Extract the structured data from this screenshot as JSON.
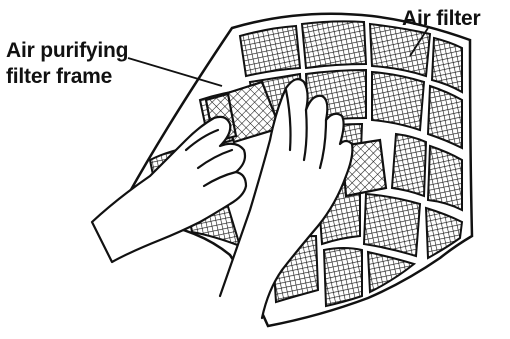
{
  "labels": {
    "purifying_frame_line1": "Air purifying",
    "purifying_frame_line2": "filter frame",
    "air_filter": "Air filter"
  },
  "colors": {
    "ink": "#111111",
    "paper": "#ffffff"
  },
  "icons": {
    "hands": "hands-holding-filter-illustration",
    "mesh": "mesh-grid-pattern"
  }
}
